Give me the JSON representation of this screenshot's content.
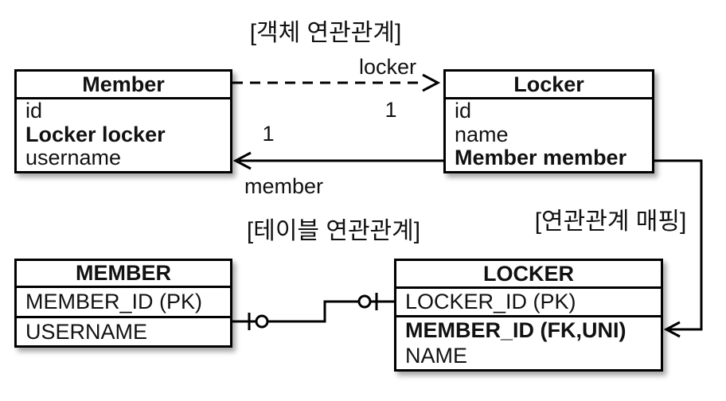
{
  "object_diagram": {
    "section_label": "[객체 연관관계]",
    "member_class": {
      "title": "Member",
      "fields": [
        "id",
        "Locker locker",
        "username"
      ]
    },
    "locker_class": {
      "title": "Locker",
      "fields": [
        "id",
        "name",
        "Member member"
      ]
    },
    "locker_association": {
      "label": "locker",
      "multiplicity": "1"
    },
    "member_association": {
      "label": "member",
      "multiplicity": "1"
    }
  },
  "table_diagram": {
    "section_label": "[테이블 연관관계]",
    "member_table": {
      "title": "MEMBER",
      "columns": [
        "MEMBER_ID (PK)",
        "USERNAME"
      ]
    },
    "locker_table": {
      "title": "LOCKER",
      "columns": [
        "LOCKER_ID (PK)",
        "MEMBER_ID (FK,UNI)",
        "NAME"
      ]
    }
  },
  "mapping": {
    "section_label": "[연관관계 매핑]"
  }
}
